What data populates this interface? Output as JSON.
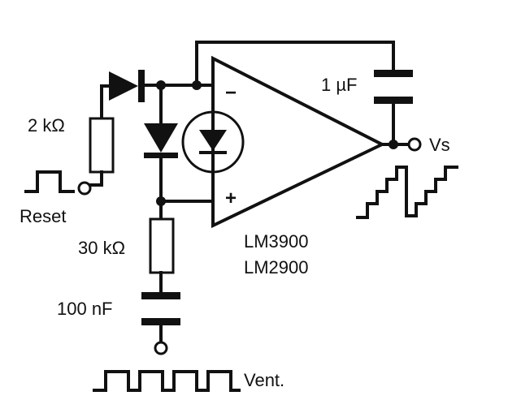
{
  "labels": {
    "reset_resistor": "2 kΩ",
    "feedback_capacitor": "1 µF",
    "output": "Vs",
    "reset_input": "Reset",
    "chip_1": "LM3900",
    "chip_2": "LM2900",
    "input_resistor": "30 kΩ",
    "input_capacitor": "100 nF",
    "clock_input": "Vent.",
    "inverting_sign": "−",
    "noninverting_sign": "+"
  },
  "colors": {
    "ink": "#111111",
    "paper": "#ffffff"
  }
}
